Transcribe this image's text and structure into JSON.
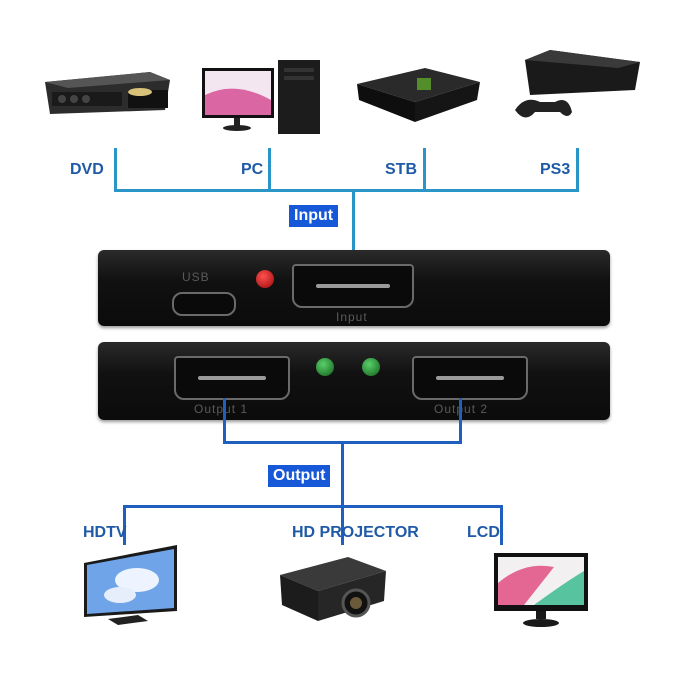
{
  "diagram": {
    "title": "HDMI Splitter 1x2 Connection Diagram",
    "input_badge": "Input",
    "output_badge": "Output",
    "input_sources": [
      {
        "label": "DVD",
        "device": "dvd-player"
      },
      {
        "label": "PC",
        "device": "desktop-pc"
      },
      {
        "label": "STB",
        "device": "set-top-box"
      },
      {
        "label": "PS3",
        "device": "game-console"
      }
    ],
    "output_targets": [
      {
        "label": "HDTV",
        "device": "hdtv"
      },
      {
        "label": "HD PROJECTOR",
        "device": "projector"
      },
      {
        "label": "LCD",
        "device": "lcd-monitor"
      }
    ],
    "splitter": {
      "front_panel": {
        "usb_label": "USB",
        "input_label": "Input",
        "power_led_color": "#c01010"
      },
      "back_panel": {
        "output1_label": "Output 1",
        "output2_label": "Output 2",
        "status_led_color": "#1f8a2a"
      }
    },
    "colors": {
      "input_lines": "#2a96c8",
      "output_lines": "#1e5fbf",
      "badge_bg": "#1658d8",
      "label_text": "#1f5aa6"
    }
  }
}
